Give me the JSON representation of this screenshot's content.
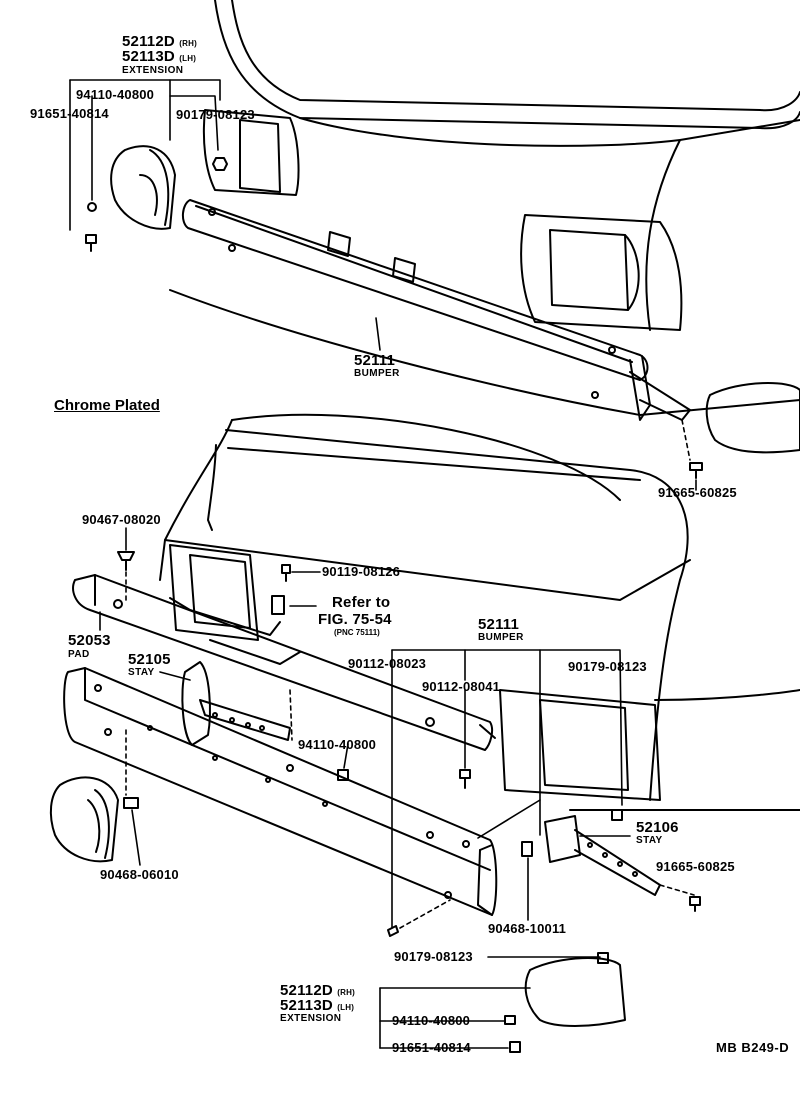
{
  "heading": "Chrome Plated",
  "figure_code": "MB  B249-D",
  "top": {
    "extension": {
      "rh": "52112D",
      "rh_tag": "(RH)",
      "lh": "52113D",
      "lh_tag": "(LH)",
      "name": "EXTENSION"
    },
    "bolt1": "94110-40800",
    "bolt2": "91651-40814",
    "nut": "90179-08123",
    "bumper": {
      "pn": "52111",
      "name": "BUMPER"
    },
    "screw": "91665-60825"
  },
  "bottom": {
    "clip": "90467-08020",
    "grommet": "90119-08126",
    "refer": {
      "line1": "Refer to",
      "line2": "FIG. 75-54",
      "line3": "(PNC 75111)"
    },
    "bumper": {
      "pn": "52111",
      "name": "BUMPER"
    },
    "pad": {
      "pn": "52053",
      "name": "PAD"
    },
    "stay_left": {
      "pn": "52105",
      "name": "STAY"
    },
    "bolt_a": "90112-08023",
    "bolt_b": "90112-08041",
    "nut_a": "90179-08123",
    "nut_b": "94110-40800",
    "stay_right": {
      "pn": "52106",
      "name": "STAY"
    },
    "screw": "91665-60825",
    "clip_left": "90468-06010",
    "clip_right": "90468-10011",
    "nut_c": "90179-08123",
    "extension": {
      "rh": "52112D",
      "rh_tag": "(RH)",
      "lh": "52113D",
      "lh_tag": "(LH)",
      "name": "EXTENSION"
    },
    "bolt_c": "94110-40800",
    "bolt_d": "91651-40814"
  }
}
